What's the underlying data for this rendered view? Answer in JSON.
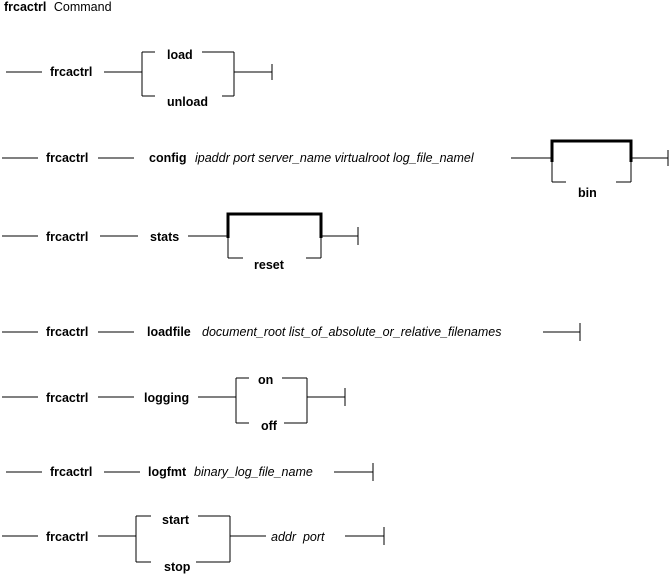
{
  "title": {
    "command": "frcactrl",
    "suffix": "Command"
  },
  "rows": [
    {
      "command": "frcactrl",
      "choices": [
        "load",
        "unload"
      ]
    },
    {
      "command": "frcactrl",
      "keyword": "config",
      "params": "ipaddr port server_name virtualroot log_file_namel",
      "optional": "bin"
    },
    {
      "command": "frcactrl",
      "keyword": "stats",
      "optional": "reset"
    },
    {
      "command": "frcactrl",
      "keyword": "loadfile",
      "params": "document_root list_of_absolute_or_relative_filenames"
    },
    {
      "command": "frcactrl",
      "keyword": "logging",
      "choices": [
        "on",
        "off"
      ]
    },
    {
      "command": "frcactrl",
      "keyword": "logfmt",
      "params": "binary_log_file_name"
    },
    {
      "command": "frcactrl",
      "choices": [
        "start",
        "stop"
      ],
      "params": "addr  port"
    }
  ]
}
